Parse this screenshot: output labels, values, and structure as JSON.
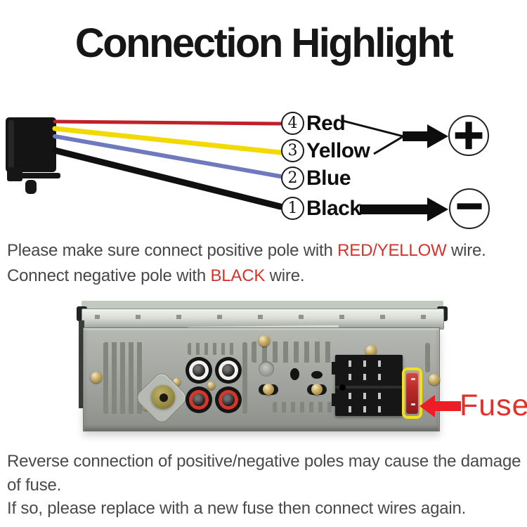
{
  "title": "Connection Highlight",
  "diagram": {
    "wires": [
      {
        "num": "4",
        "label": "Red",
        "color": "#bf2128"
      },
      {
        "num": "3",
        "label": "Yellow",
        "color": "#f2da00"
      },
      {
        "num": "2",
        "label": "Blue",
        "color": "#6f7abe"
      },
      {
        "num": "1",
        "label": "Black",
        "color": "#101010"
      }
    ],
    "positive_symbol": "+",
    "negative_symbol": "−"
  },
  "instructions": {
    "highlight_color": "#d4332c",
    "line1": {
      "prefix": "Please make sure connect positive pole with ",
      "highlight": "RED/YELLOW",
      "suffix": " wire."
    },
    "line2": {
      "prefix": "Connect negative pole with ",
      "highlight": "BLACK",
      "suffix": " wire."
    }
  },
  "photo": {
    "fuse_label": "Fuse",
    "fuse_label_color": "#e23128",
    "arrow_color": "#ee1c25",
    "fuse_outline_color": "#f2e01c"
  },
  "warning": {
    "lines": [
      "Reverse connection of positive/negative poles may cause the damage",
      "of fuse.",
      "If so, please replace with a new fuse then connect wires again."
    ]
  }
}
